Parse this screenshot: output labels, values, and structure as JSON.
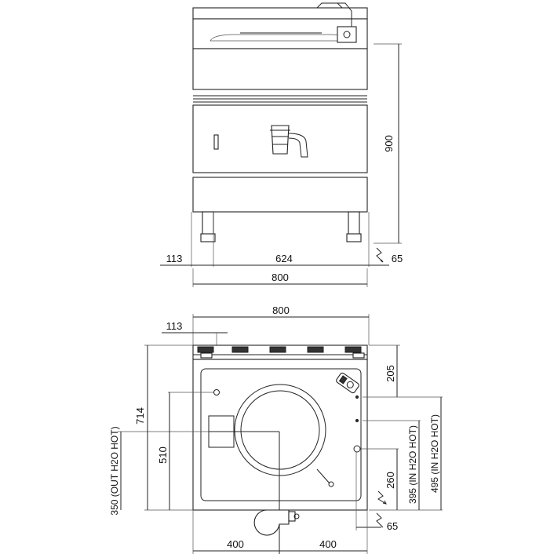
{
  "front_view": {
    "dim_height": "900",
    "dim_left_offset": "113",
    "dim_inner_width": "624",
    "dim_right_offset": "65",
    "dim_total_width": "800"
  },
  "top_view": {
    "dim_total_width": "800",
    "dim_left_offset": "113",
    "dim_depth_top": "205",
    "dim_depth_total": "714",
    "dim_drain_depth": "510",
    "dim_out_hot": "350 (OUT H2O HOT)",
    "dim_in_hot_395": "395 (IN H2O HOT)",
    "dim_in_hot_495": "495 (IN H2O HOT)",
    "dim_260": "260",
    "dim_65": "65",
    "dim_half_left": "400",
    "dim_half_right": "400"
  },
  "icons": {
    "electrical": "lightning-symbol",
    "water": "water-connection"
  }
}
